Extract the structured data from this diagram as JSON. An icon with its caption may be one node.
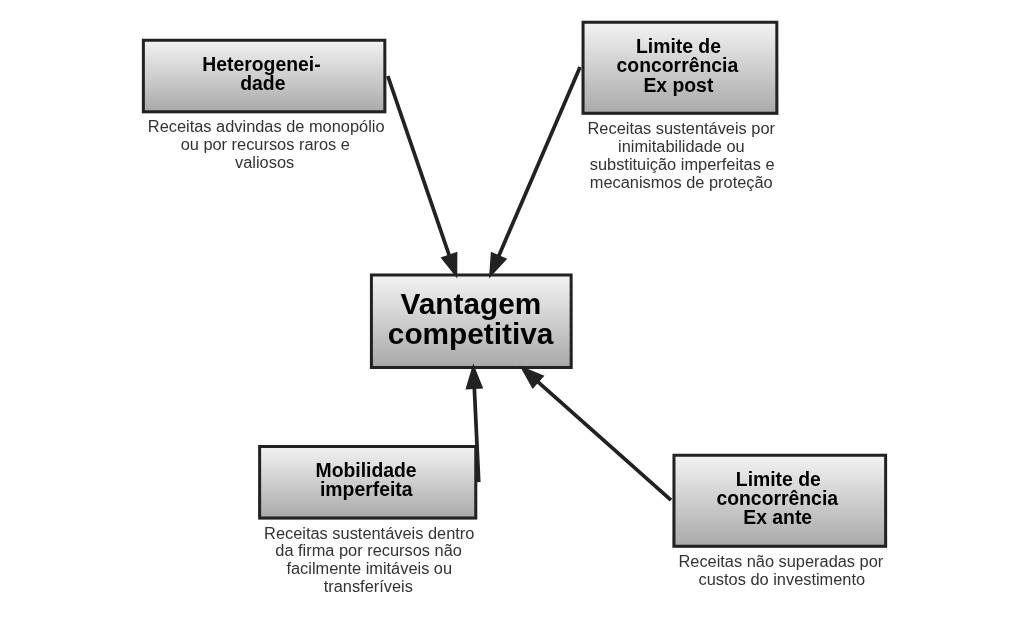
{
  "diagram": {
    "nodes": [
      {
        "text": [
          "Heterogenei- dade"
        ],
        "beside": [
          "Receitas advindas de monopólio ou por recursos raros e valiosos"
        ]
      },
      {
        "text": [
          "Limite de concorrência Ex post"
        ],
        "beside": [
          "Receitas sustentáveis por inimitabilidade ou substituição imperfeitas e mecanismos de proteção"
        ]
      },
      {
        "text": [
          "Vantagem competitiva"
        ]
      },
      {
        "text": [
          "Mobilidade imperfeita"
        ],
        "beside": [
          "Receitas sustentáveis dentro da firma por recursos não facilmente imitáveis ou transferíveis"
        ]
      },
      {
        "text": [
          "Limite de concorrência Ex ante"
        ],
        "beside": [
          "Receitas não superadas por custos do investimento"
        ]
      }
    ],
    "edges": [
      {
        "from": 0,
        "to": 2,
        "arrow": "to"
      },
      {
        "from": 1,
        "to": 2,
        "arrow": "to"
      },
      {
        "from": 3,
        "to": 2,
        "arrow": "to"
      },
      {
        "from": 4,
        "to": 2,
        "arrow": "to"
      }
    ]
  }
}
